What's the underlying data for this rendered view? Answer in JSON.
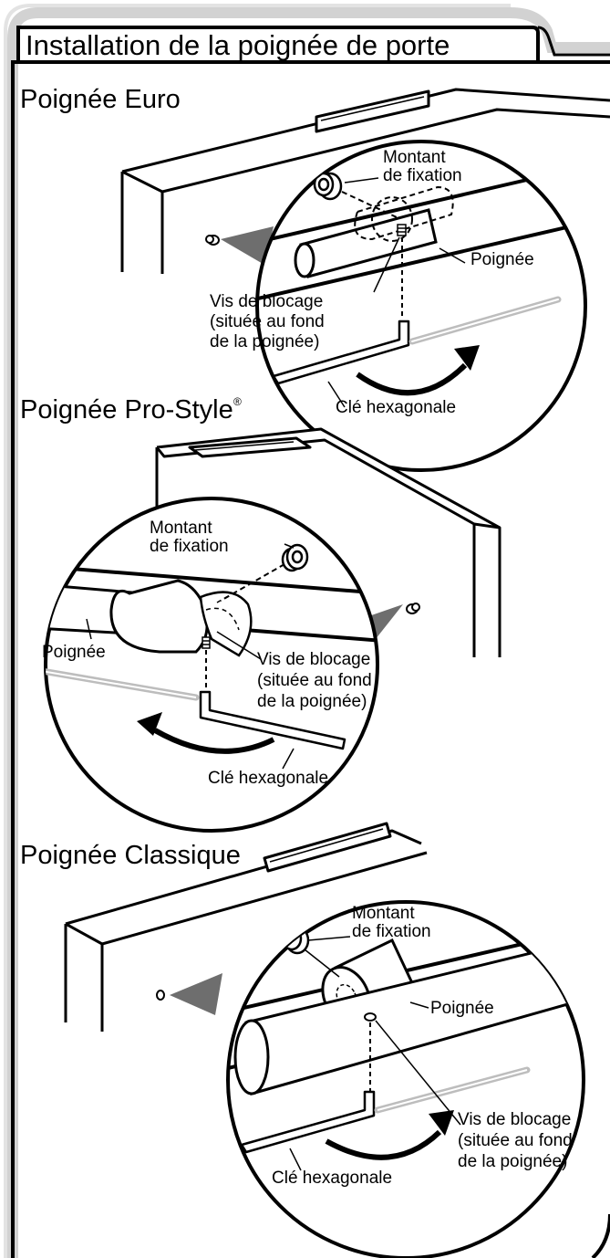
{
  "header": {
    "title": "Installation de la poignée de porte"
  },
  "sections": {
    "euro": {
      "title": "Poignée Euro",
      "labels": {
        "post_line1": "Montant",
        "post_line2": "de fixation",
        "handle": "Poignée",
        "screw_line1": "Vis de blocage",
        "screw_line2": "(située au fond",
        "screw_line3": "de la poignée)",
        "key": "Clé hexagonale"
      }
    },
    "prostyle": {
      "title": "Poignée Pro-Style",
      "registered": "®",
      "labels": {
        "post_line1": "Montant",
        "post_line2": "de fixation",
        "handle": "Poignée",
        "screw_line1": "Vis de blocage",
        "screw_line2": "(située au fond",
        "screw_line3": "de la poignée)",
        "key": "Clé hexagonale"
      }
    },
    "classique": {
      "title": "Poignée Classique",
      "labels": {
        "post_line1": "Montant",
        "post_line2": "de fixation",
        "handle": "Poignée",
        "screw_line1": "Vis de blocage",
        "screw_line2": "(située au fond",
        "screw_line3": "de la poignée)",
        "key": "Clé hexagonale"
      }
    }
  },
  "colors": {
    "ink": "#000000",
    "frame_shadow": "#d2d2d2",
    "pointer_gray": "#6e6e6e",
    "key_gray": "#bdbdbd"
  }
}
